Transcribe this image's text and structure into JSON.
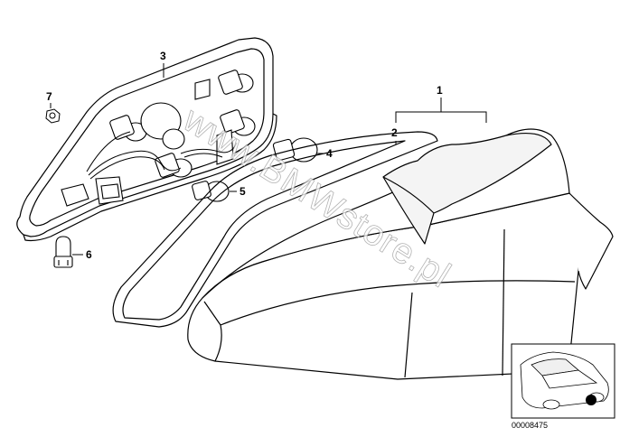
{
  "callouts": {
    "label_1": "1",
    "label_2": "2",
    "label_3": "3",
    "label_4": "4",
    "label_5": "5",
    "label_6": "6",
    "label_7": "7"
  },
  "watermark": "www.BMWstore.pl",
  "document_number": "00008475",
  "colors": {
    "line": "#000000",
    "shade": "#f0f0f0",
    "background": "#ffffff"
  }
}
